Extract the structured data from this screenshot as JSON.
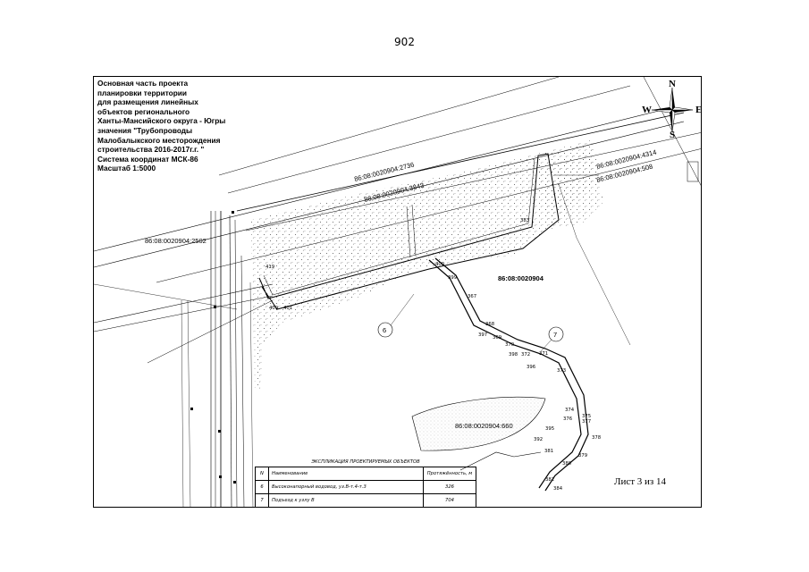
{
  "page": {
    "number": "902"
  },
  "title_lines": [
    "Основная часть проекта",
    "планировки территории",
    "для размещения линейных",
    "объектов регионального",
    "Ханты-Мансийского округа - Югры",
    "значения \"Трубопроводы",
    "Малобалыкского месторождения",
    "строительства 2016-2017г.г. \"",
    "Система координат МСК-86",
    "Масштаб 1:5000"
  ],
  "compass": {
    "n": "N",
    "s": "S",
    "w": "W",
    "e": "E"
  },
  "map_labels": {
    "parcel_main": "86:08:0020904",
    "parcel_2736": "86:08:0020904:2736",
    "parcel_3843": "86:08:0020904:3843",
    "parcel_2502": "86:08:0020904:2502",
    "parcel_4314": "86:08:0020904:4314",
    "parcel_508": "86:08:0020904:508",
    "parcel_660": "86:08:0020904:660",
    "callout_6": "6",
    "callout_7": "7",
    "points": [
      "419",
      "409",
      "367",
      "368",
      "369",
      "370",
      "371",
      "372",
      "373",
      "374",
      "375",
      "376",
      "377",
      "378",
      "379",
      "380",
      "381",
      "382",
      "383",
      "384",
      "392",
      "395",
      "396",
      "397",
      "398",
      "399",
      "400",
      "401"
    ]
  },
  "legend": {
    "title": "ЭКСПЛИКАЦИЯ ПРОЕКТИРУЕМЫХ ОБЪЕКТОВ",
    "headers": {
      "n": "N",
      "name": "Наименование",
      "length": "Протяжённость, м"
    },
    "rows": [
      {
        "n": "6",
        "name": "Высоконапорный водовод, уз.В-т.4-т.3",
        "length": "326"
      },
      {
        "n": "7",
        "name": "Подъезд к узлу В",
        "length": "704"
      }
    ]
  },
  "sheet": {
    "label": "Лист 3 из 14"
  }
}
